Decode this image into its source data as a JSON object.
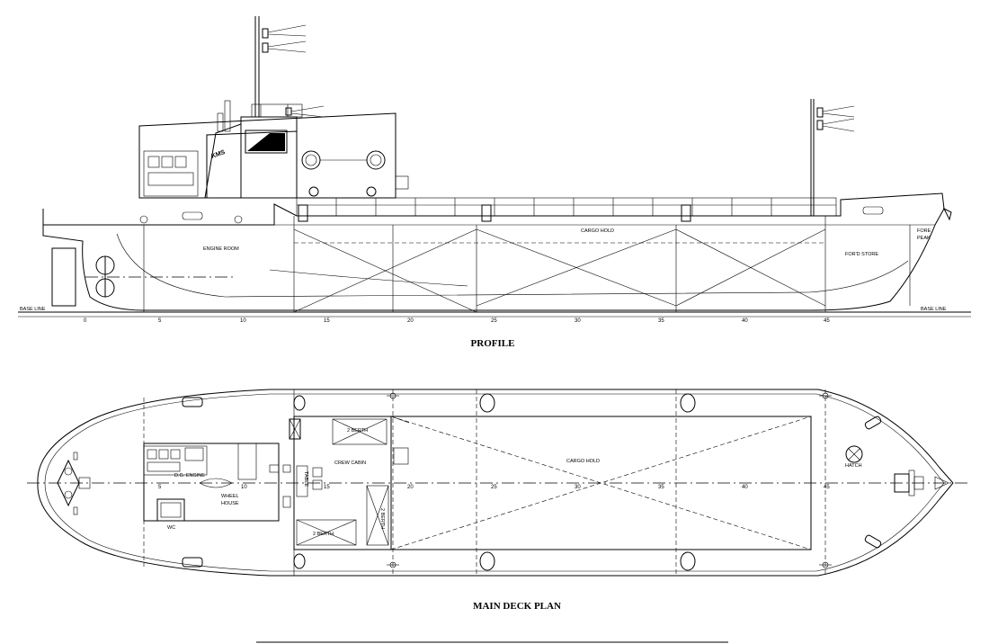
{
  "profile": {
    "title": "PROFILE",
    "base_line_left": "BASE LINE",
    "base_line_right": "BASE LINE",
    "engine_room": "ENGINE ROOM",
    "cargo_hold": "CARGO HOLD",
    "fwd_store": "FOR'D STORE",
    "fore_peak_1": "FORE",
    "fore_peak_2": "PEAK",
    "funnel_mark": "KMS"
  },
  "deck_plan": {
    "title": "MAIN DECK PLAN",
    "cargo_hold": "CARGO HOLD",
    "crew_cabin": "CREW CABIN",
    "berth_top": "2 BERTH",
    "berth_bottom": "2 BERTH",
    "berth_side": "2 BERTH",
    "dg_engine": "D.G. ENGINE",
    "wheel_1": "WHEEL",
    "wheel_2": "HOUSE",
    "hatch": "HATCH",
    "table": "TABLE",
    "wc": "WC"
  },
  "frame_ticks": [
    "0",
    "5",
    "10",
    "15",
    "20",
    "25",
    "30",
    "35",
    "40",
    "45"
  ]
}
